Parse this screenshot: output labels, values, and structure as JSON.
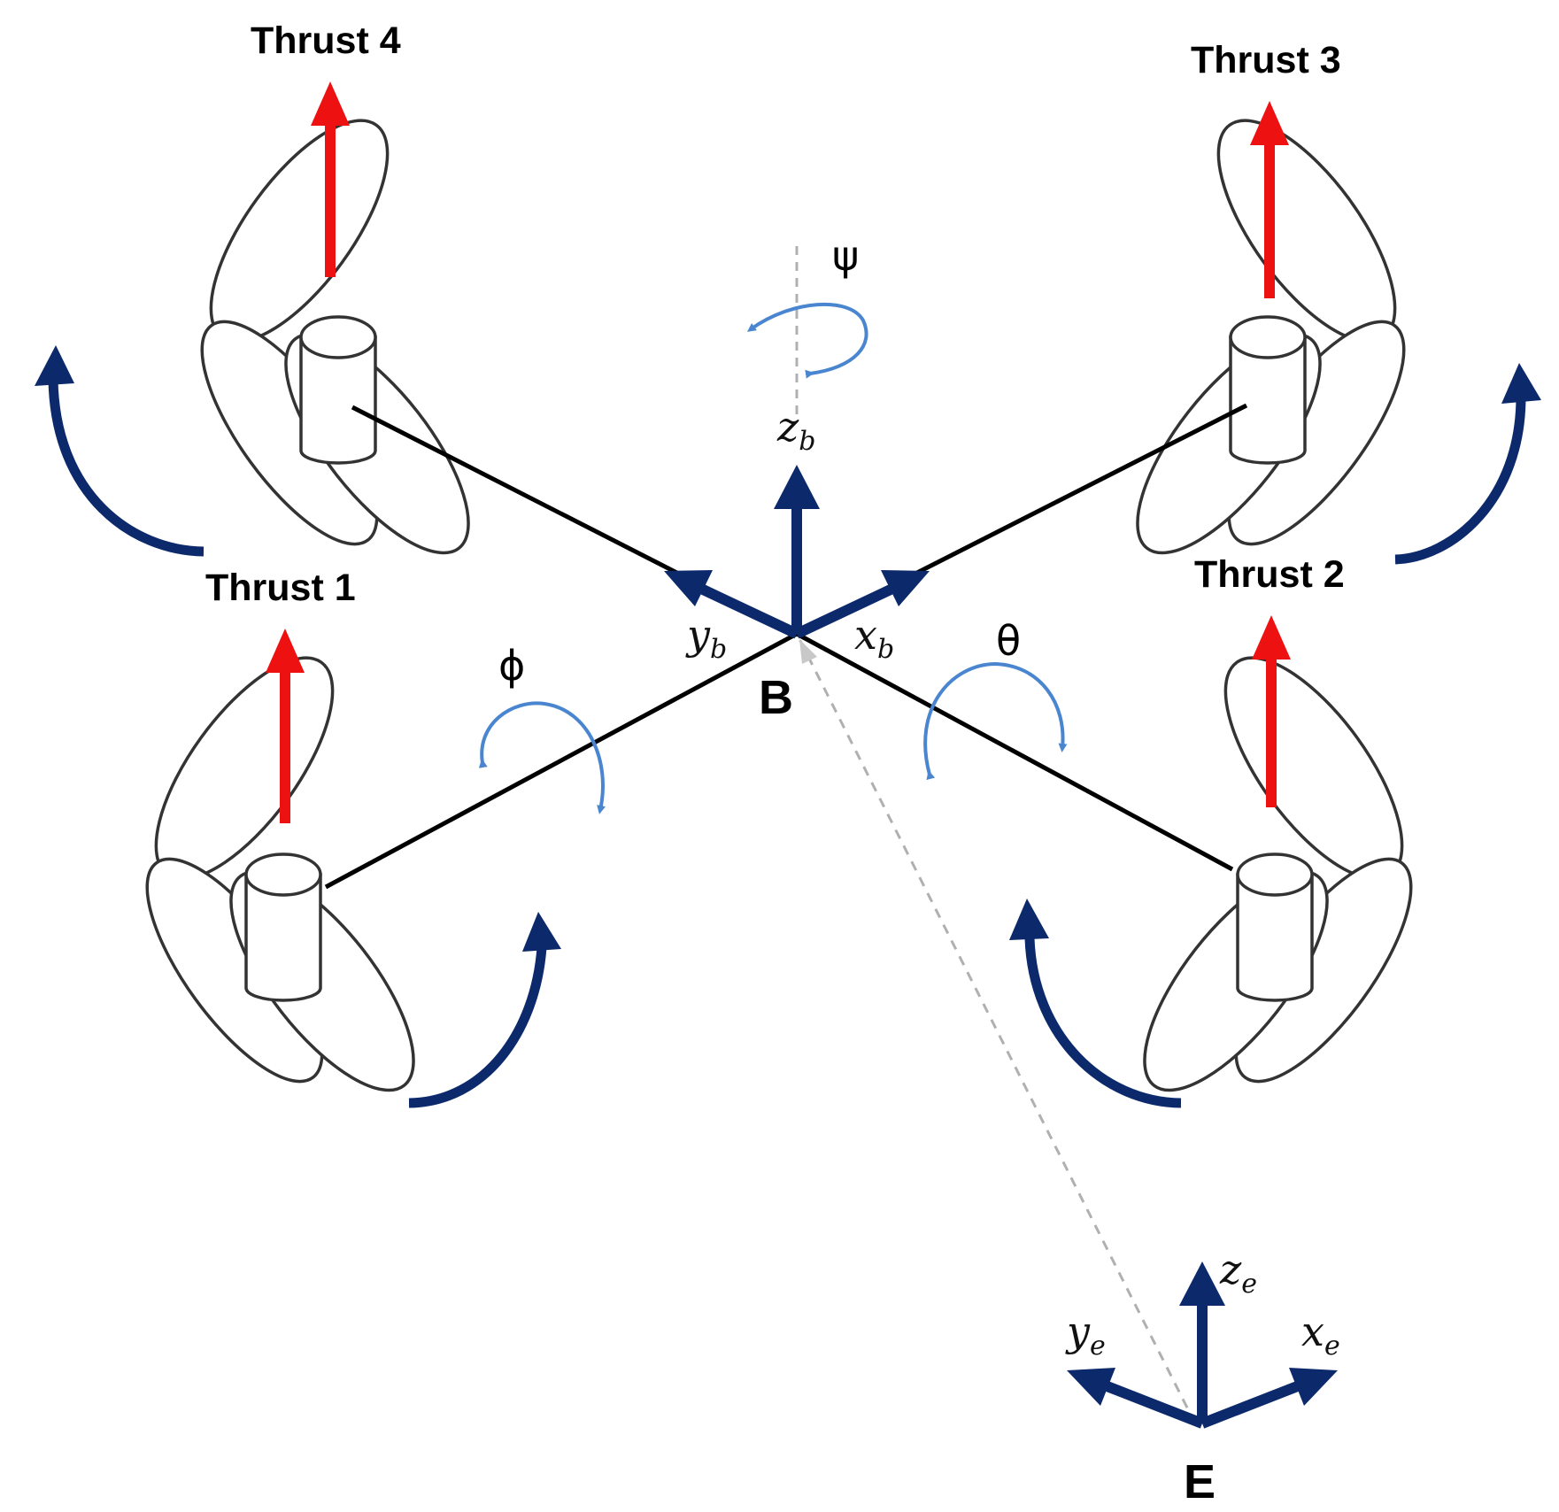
{
  "labels": {
    "thrust_1": "Thrust 1",
    "thrust_2": "Thrust 2",
    "thrust_3": "Thrust 3",
    "thrust_4": "Thrust 4",
    "psi": "ψ",
    "phi": "ϕ",
    "theta": "θ",
    "body_origin": "B",
    "earth_origin": "E",
    "x_b": "x",
    "x_b_sub": "b",
    "y_b": "y",
    "y_b_sub": "b",
    "z_b": "z",
    "z_b_sub": "b",
    "x_e": "x",
    "x_e_sub": "e",
    "y_e": "y",
    "y_e_sub": "e",
    "z_e": "z",
    "z_e_sub": "e"
  },
  "colors": {
    "thrust_arrow": "#ee1111",
    "frame_arrow": "#0c2a6b",
    "rotation_arrow": "#0c2a6b",
    "angle_arrow": "#4a86d0",
    "arm": "#000000",
    "rotor_outline": "#333333",
    "dashed_line": "#b0b0b0"
  }
}
